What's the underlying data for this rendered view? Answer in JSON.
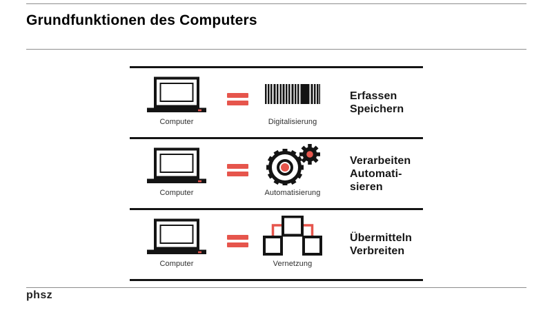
{
  "header": {
    "title": "Grundfunktionen des Computers"
  },
  "footer": {
    "logo": "phsz"
  },
  "colors": {
    "accent_red": "#e6554c",
    "ink": "#161616",
    "rule_gray": "#8c8c8c",
    "background": "#ffffff"
  },
  "diagram": {
    "equals_symbol": "=",
    "rows": [
      {
        "left_icon": "laptop-icon",
        "left_label": "Computer",
        "icon": "barcode-icon",
        "icon_label": "Digitalisierung",
        "functions": [
          "Erfassen",
          "Speichern"
        ]
      },
      {
        "left_icon": "laptop-icon",
        "left_label": "Computer",
        "icon": "gears-icon",
        "icon_label": "Automatisierung",
        "functions": [
          "Verarbeiten",
          "Automati-",
          "sieren"
        ]
      },
      {
        "left_icon": "laptop-icon",
        "left_label": "Computer",
        "icon": "network-icon",
        "icon_label": "Vernetzung",
        "functions": [
          "Übermitteln",
          "Verbreiten"
        ]
      }
    ]
  }
}
